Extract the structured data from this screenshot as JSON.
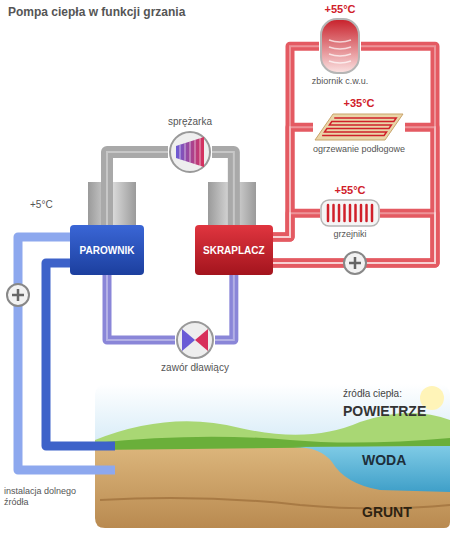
{
  "diagram": {
    "title": "Pompa ciepła w funkcji grzania",
    "nodes": [
      {
        "text": [
          "sprężarka"
        ]
      },
      {
        "text": [
          "PAROWNIK"
        ]
      },
      {
        "text": [
          "SKRAPLACZ"
        ]
      },
      {
        "text": [
          "zawór dławiący"
        ]
      },
      {
        "text": [
          "+55°C",
          "zbiornik c.w.u."
        ]
      },
      {
        "text": [
          "+35°C",
          "ogrzewanie podłogowe"
        ]
      },
      {
        "text": [
          "+55°C",
          "grzejniki"
        ]
      }
    ],
    "edges": [
      {
        "from": 1,
        "to": 0,
        "arrow": "none"
      },
      {
        "from": 0,
        "to": 2,
        "arrow": "none"
      },
      {
        "from": 2,
        "to": 3,
        "arrow": "none"
      },
      {
        "from": 3,
        "to": 1,
        "arrow": "none"
      },
      {
        "from": 2,
        "to": 4,
        "arrow": "none"
      },
      {
        "from": 2,
        "to": 5,
        "arrow": "none"
      },
      {
        "from": 2,
        "to": 6,
        "arrow": "none"
      },
      {
        "from": 4,
        "to": 2,
        "arrow": "none"
      },
      {
        "from": 5,
        "to": 2,
        "arrow": "none"
      },
      {
        "from": 6,
        "to": 2,
        "arrow": "none"
      }
    ],
    "labels": [
      "+5°C",
      "źródła ciepła:",
      "POWIETRZE",
      "WODA",
      "GRUNT",
      "instalacja dolnego źródła"
    ]
  }
}
